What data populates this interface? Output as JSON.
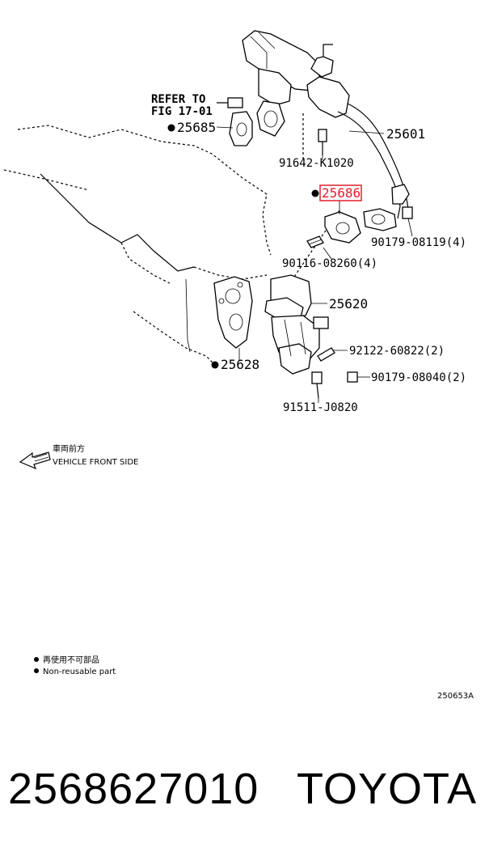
{
  "refer": {
    "line1": "REFER TO",
    "line2": "FIG 17-01"
  },
  "parts": {
    "p25685": "25685",
    "p25601": "25601",
    "p91642": "91642-K1020",
    "p25686": "25686",
    "p90179a": "90179-08119(4)",
    "p90116": "90116-08260(4)",
    "p25620": "25620",
    "p92122": "92122-60822(2)",
    "p25628": "25628",
    "p90179b": "90179-08040(2)",
    "p91511": "91511-J0820"
  },
  "direction": {
    "jp": "車両前方",
    "en": "VEHICLE FRONT SIDE"
  },
  "legend": {
    "jp": "再使用不可部品",
    "en": "Non-reusable part"
  },
  "figure_code": "250653A",
  "footer": {
    "part_number": "2568627010",
    "brand": "TOYOTA"
  },
  "colors": {
    "highlight": "#e0202c"
  }
}
